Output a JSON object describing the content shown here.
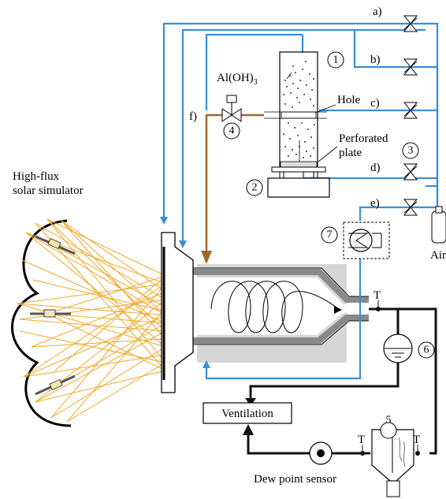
{
  "labels": {
    "simulator_line1": "High-flux",
    "simulator_line2": "solar simulator",
    "aloh3": "Al(OH)",
    "aloh3_sub": "3",
    "hole": "Hole",
    "perforated_line1": "Perforated",
    "perforated_line2": "plate",
    "air": "Air",
    "ventilation": "Ventilation",
    "dew_point_sensor": "Dew point sensor",
    "temp_sensor": "T"
  },
  "valve_lines": [
    "a)",
    "b)",
    "c)",
    "d)",
    "e)",
    "f)"
  ],
  "components": [
    "1",
    "2",
    "3",
    "4",
    "5",
    "6",
    "7"
  ],
  "colors": {
    "gas_line": "#3b8fd4",
    "feed_line": "#a0672c",
    "exhaust_line": "#111111",
    "light_rays": "#f0a82a",
    "insulation": "#d6d6d6",
    "reactor_wall": "#8a8a8a"
  }
}
